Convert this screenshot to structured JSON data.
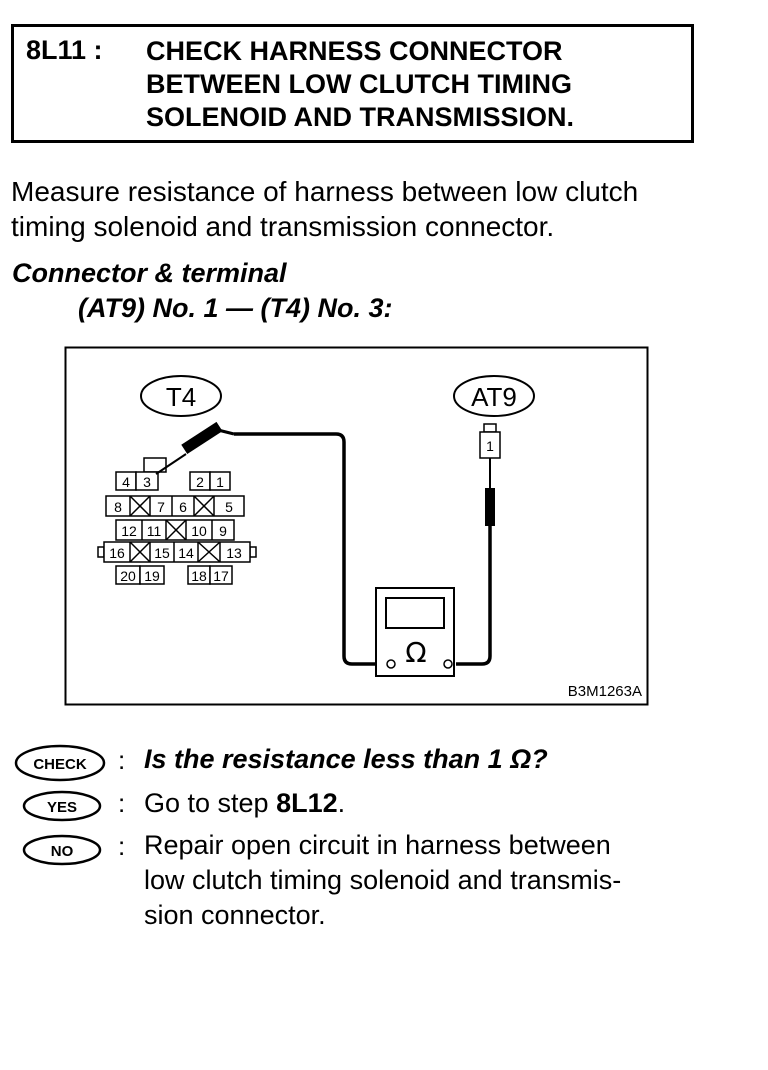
{
  "step": {
    "id": "8L11 :",
    "title_lines": [
      "CHECK HARNESS CONNECTOR",
      "BETWEEN LOW CLUTCH TIMING",
      "SOLENOID AND TRANSMISSION."
    ]
  },
  "instruction": {
    "lines": [
      "Measure resistance of harness between low clutch",
      "timing solenoid and transmission connector."
    ]
  },
  "connector_terminal": {
    "label": "Connector & terminal",
    "value": "(AT9) No. 1 — (T4) No. 3:"
  },
  "figure": {
    "connector_t4": "T4",
    "connector_at9": "AT9",
    "at9_pin": "1",
    "t4_pins": {
      "row1": [
        "4",
        "3",
        "2",
        "1"
      ],
      "row2": [
        "8",
        "7",
        "6",
        "5"
      ],
      "row3": [
        "12",
        "11",
        "10",
        "9"
      ],
      "row4": [
        "16",
        "15",
        "14",
        "13"
      ],
      "row5": [
        "20",
        "19",
        "18",
        "17"
      ]
    },
    "meter_symbol": "Ω",
    "code": "B3M1263A"
  },
  "check": {
    "badge": "CHECK",
    "colon": ":",
    "question": "Is the resistance less than 1 Ω?"
  },
  "yes": {
    "badge": "YES",
    "colon": ":",
    "prefix": "Go to step ",
    "step": "8L12",
    "suffix": "."
  },
  "no": {
    "badge": "NO",
    "colon": ":",
    "lines": [
      "Repair open circuit in harness between",
      "low clutch timing solenoid and transmis-",
      "sion connector."
    ]
  }
}
